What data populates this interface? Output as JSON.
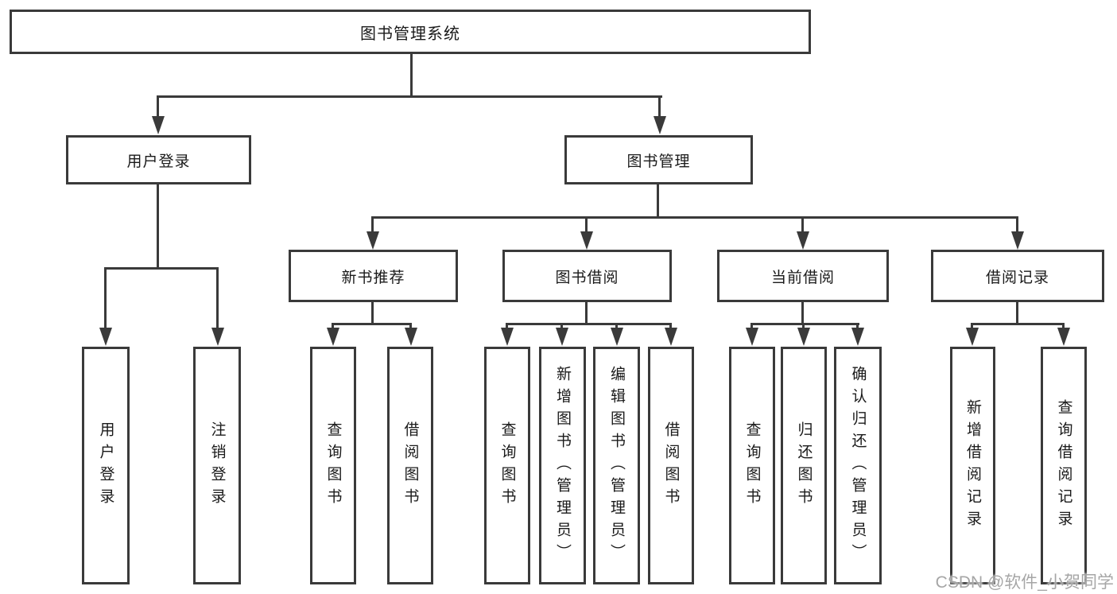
{
  "diagram": {
    "type": "hierarchy-tree",
    "orientation": "top-down",
    "colors": {
      "background": "#ffffff",
      "box_border": "#3a3a3a",
      "connector_line": "#3a3a3a",
      "text": "#1a1a1a",
      "watermark_text": "#9e9e9e"
    },
    "watermark": "CSDN @软件_小贺同学"
  },
  "tree": {
    "label": "图书管理系统",
    "children": [
      {
        "label": "用户登录",
        "children": [
          {
            "label": "用户登录"
          },
          {
            "label": "注销登录"
          }
        ]
      },
      {
        "label": "图书管理",
        "children": [
          {
            "label": "新书推荐",
            "children": [
              {
                "label": "查询图书"
              },
              {
                "label": "借阅图书"
              }
            ]
          },
          {
            "label": "图书借阅",
            "children": [
              {
                "label": "查询图书"
              },
              {
                "label": "新增图书（管理员）"
              },
              {
                "label": "编辑图书（管理员）"
              },
              {
                "label": "借阅图书"
              }
            ]
          },
          {
            "label": "当前借阅",
            "children": [
              {
                "label": "查询图书"
              },
              {
                "label": "归还图书"
              },
              {
                "label": "确认归还（管理员）"
              }
            ]
          },
          {
            "label": "借阅记录",
            "children": [
              {
                "label": "新增借阅记录"
              },
              {
                "label": "查询借阅记录"
              }
            ]
          }
        ]
      }
    ]
  }
}
